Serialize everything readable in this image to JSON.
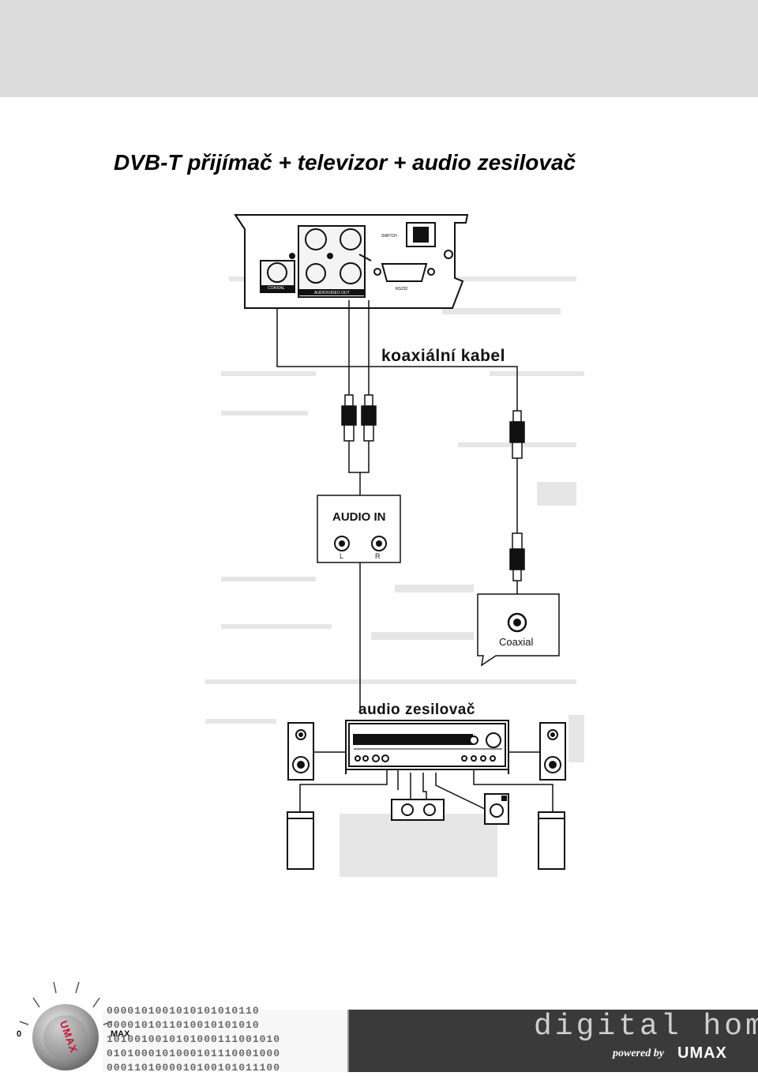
{
  "page": {
    "title": "DVB-T přijímač + televizor + audio zesilovač"
  },
  "diagram": {
    "cable_label": "koaxiální kabel",
    "audio_in_label": "AUDIO IN",
    "channel_left": "L",
    "channel_right": "R",
    "coaxial_label": "Coaxial",
    "amplifier_label": "audio zesilovač"
  },
  "footer": {
    "knob_zero": "0",
    "knob_max": "MAX",
    "knob_brand": "UMAX",
    "brand_word": "digital home",
    "powered_by": "powered by",
    "brand": "UMAX",
    "binary_rows": [
      "0000101001010101010110",
      "0000101011010010101010",
      "1010010010101000111001010",
      "0101000101000101110001000",
      "0001101000010100101011100"
    ]
  },
  "colors": {
    "header_band": "#dcdcdc",
    "footer_band": "#3a3a3a",
    "knob_accent": "#c8102e"
  }
}
